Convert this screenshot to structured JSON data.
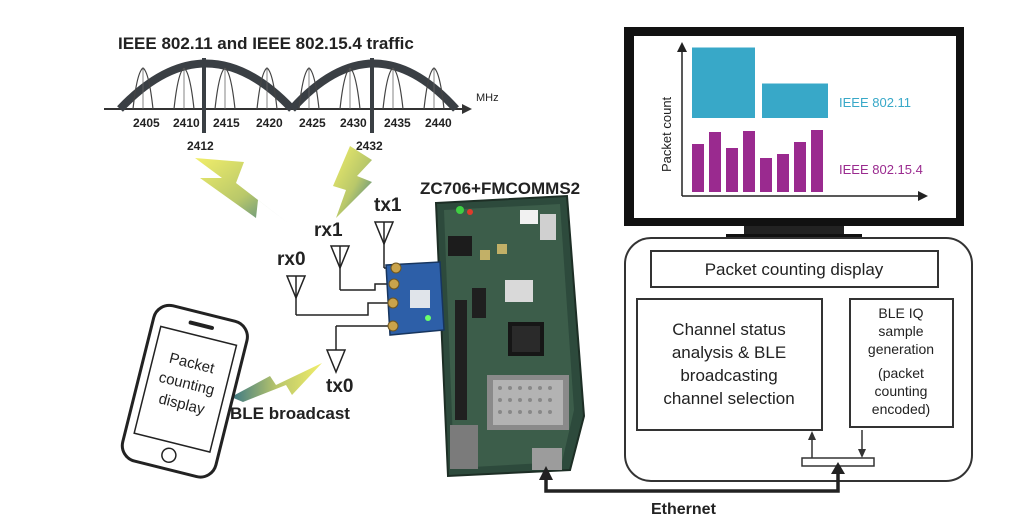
{
  "spectrum": {
    "title": "IEEE 802.11 and IEEE 802.15.4 traffic",
    "unit": "MHz",
    "ticks": [
      "2405",
      "2410",
      "2415",
      "2420",
      "2425",
      "2430",
      "2435",
      "2440"
    ],
    "wifi_channels": [
      "2412",
      "2432"
    ]
  },
  "board": {
    "name": "ZC706+FMCOMMS2"
  },
  "antennas": {
    "rx0": "rx0",
    "rx1": "rx1",
    "tx1": "tx1",
    "tx0": "tx0"
  },
  "phone": {
    "screen_lines": [
      "Packet",
      "counting",
      "display"
    ],
    "ble_label": "BLE broadcast"
  },
  "monitor": {
    "ylabel": "Packet count",
    "series_wifi_name": "IEEE 802.11",
    "series_zigbee_name": "IEEE 802.15.4",
    "colors": {
      "wifi": "#38a8c8",
      "zigbee": "#9a2a8f"
    }
  },
  "chart_data": {
    "type": "bar",
    "ylabel": "Packet count",
    "series": [
      {
        "name": "IEEE 802.11",
        "values": [
          0.47,
          0.23
        ]
      },
      {
        "name": "IEEE 802.15.4",
        "values": [
          0.48,
          0.6,
          0.44,
          0.61,
          0.34,
          0.38,
          0.5,
          0.62
        ]
      }
    ]
  },
  "host": {
    "display_box": "Packet counting display",
    "analysis_lines": [
      "Channel status",
      "analysis & BLE",
      "broadcasting",
      "channel selection"
    ],
    "iq_lines": [
      "BLE IQ",
      "sample",
      "generation",
      "(packet",
      "counting",
      "encoded)"
    ]
  },
  "link": {
    "label": "Ethernet"
  }
}
